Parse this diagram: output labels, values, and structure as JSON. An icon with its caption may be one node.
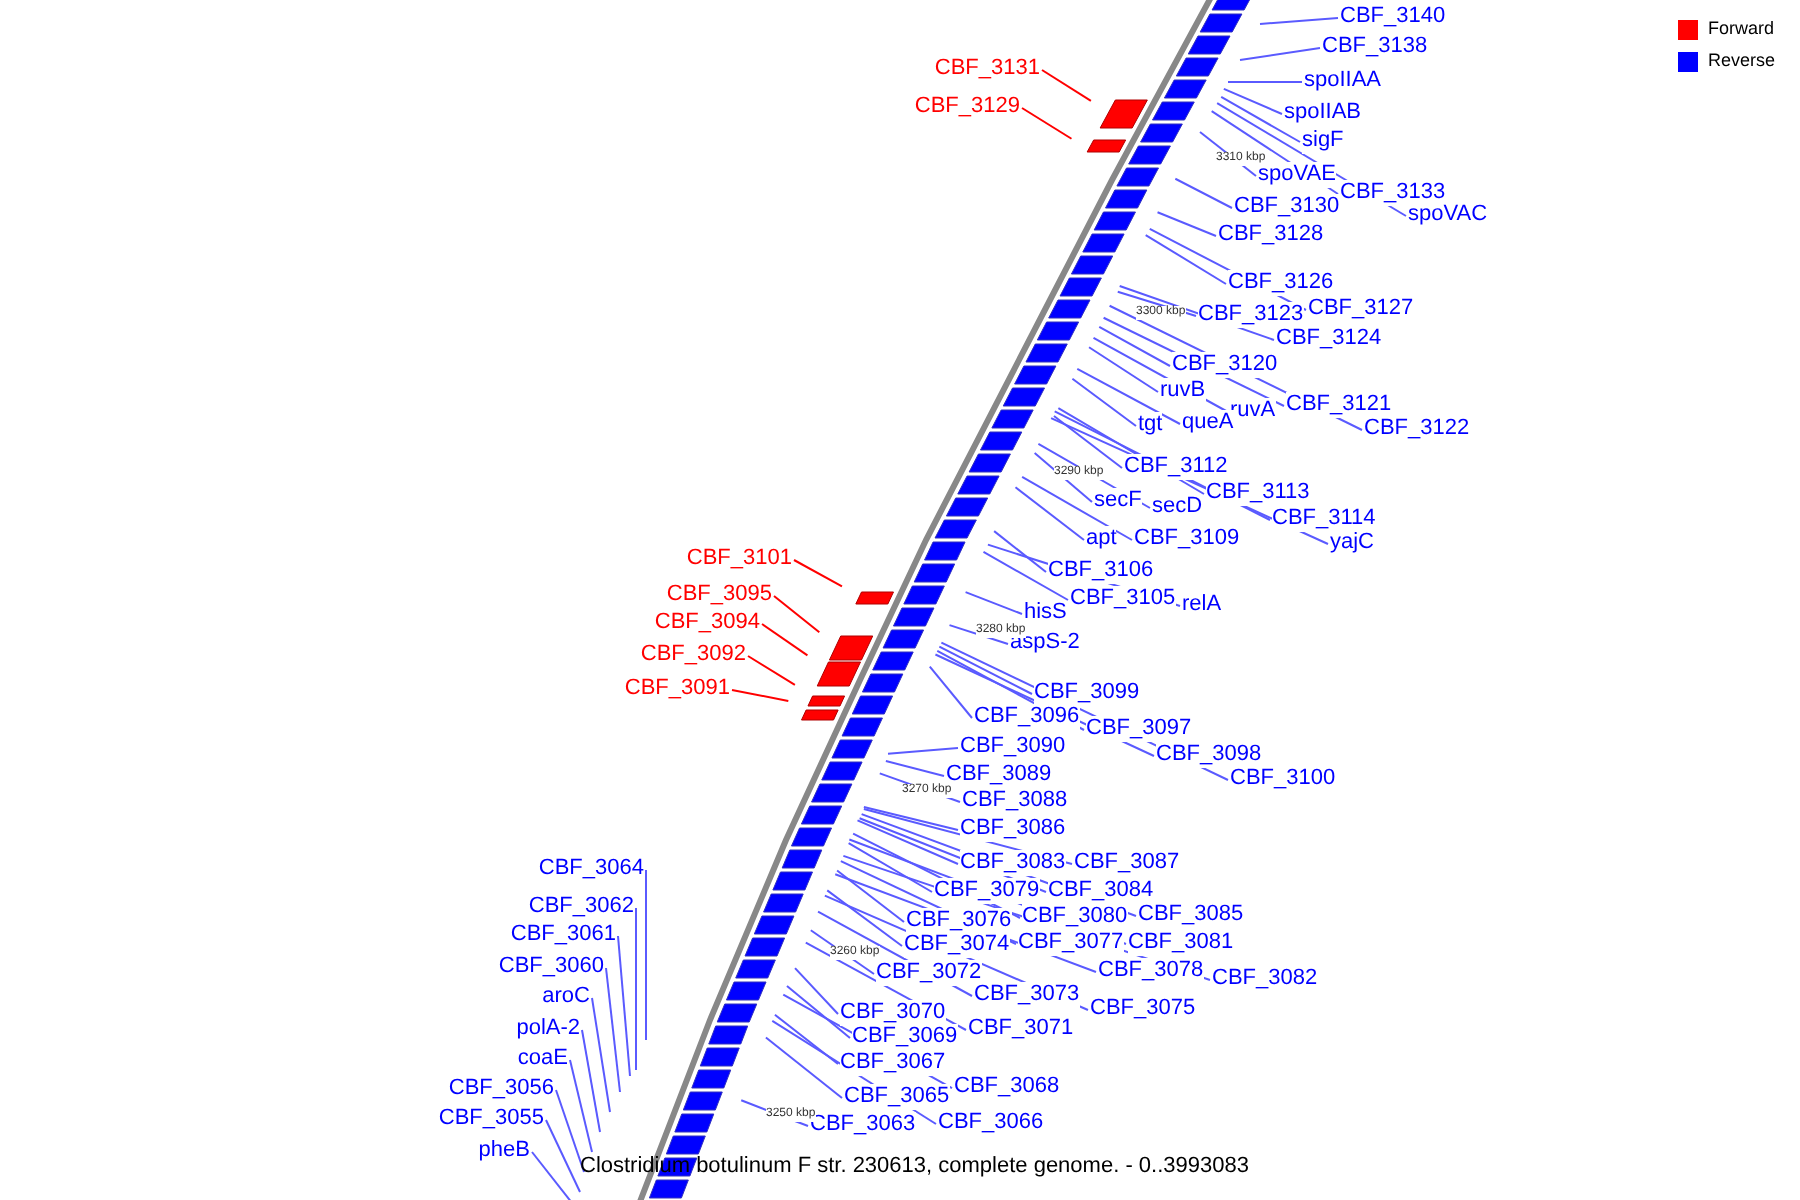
{
  "diagram": {
    "caption": "Clostridium botulinum F str. 230613, complete genome. - 0..3993083",
    "nodes": [
      {
        "text": [
          "CBF_3140"
        ]
      },
      {
        "text": [
          "CBF_3138"
        ]
      },
      {
        "text": [
          "CBF_3131"
        ]
      },
      {
        "text": [
          "spoIIAA"
        ]
      },
      {
        "text": [
          "CBF_3129"
        ]
      },
      {
        "text": [
          "spoIIAB"
        ]
      },
      {
        "text": [
          "sigF"
        ]
      },
      {
        "text": [
          "spoVAE"
        ]
      },
      {
        "text": [
          "CBF_3133"
        ]
      },
      {
        "text": [
          "CBF_3130"
        ]
      },
      {
        "text": [
          "spoVAC"
        ]
      },
      {
        "text": [
          "CBF_3128"
        ]
      },
      {
        "text": [
          "CBF_3126"
        ]
      },
      {
        "text": [
          "CBF_3127"
        ]
      },
      {
        "text": [
          "CBF_3123"
        ]
      },
      {
        "text": [
          "CBF_3124"
        ]
      },
      {
        "text": [
          "CBF_3120"
        ]
      },
      {
        "text": [
          "ruvB"
        ]
      },
      {
        "text": [
          "CBF_3121"
        ]
      },
      {
        "text": [
          "ruvA"
        ]
      },
      {
        "text": [
          "queA"
        ]
      },
      {
        "text": [
          "tgt"
        ]
      },
      {
        "text": [
          "CBF_3122"
        ]
      },
      {
        "text": [
          "CBF_3112"
        ]
      },
      {
        "text": [
          "CBF_3113"
        ]
      },
      {
        "text": [
          "secF"
        ]
      },
      {
        "text": [
          "secD"
        ]
      },
      {
        "text": [
          "CBF_3114"
        ]
      },
      {
        "text": [
          "apt"
        ]
      },
      {
        "text": [
          "CBF_3109"
        ]
      },
      {
        "text": [
          "yajC"
        ]
      },
      {
        "text": [
          "CBF_3101"
        ]
      },
      {
        "text": [
          "CBF_3106"
        ]
      },
      {
        "text": [
          "CBF_3095"
        ]
      },
      {
        "text": [
          "CBF_3105"
        ]
      },
      {
        "text": [
          "relA"
        ]
      },
      {
        "text": [
          "hisS"
        ]
      },
      {
        "text": [
          "CBF_3094"
        ]
      },
      {
        "text": [
          "aspS-2"
        ]
      },
      {
        "text": [
          "CBF_3092"
        ]
      },
      {
        "text": [
          "CBF_3091"
        ]
      },
      {
        "text": [
          "CBF_3099"
        ]
      },
      {
        "text": [
          "CBF_3096"
        ]
      },
      {
        "text": [
          "CBF_3097"
        ]
      },
      {
        "text": [
          "CBF_3090"
        ]
      },
      {
        "text": [
          "CBF_3098"
        ]
      },
      {
        "text": [
          "CBF_3089"
        ]
      },
      {
        "text": [
          "CBF_3100"
        ]
      },
      {
        "text": [
          "CBF_3088"
        ]
      },
      {
        "text": [
          "CBF_3086"
        ]
      },
      {
        "text": [
          "CBF_3083"
        ]
      },
      {
        "text": [
          "CBF_3087"
        ]
      },
      {
        "text": [
          "CBF_3064"
        ]
      },
      {
        "text": [
          "CBF_3079"
        ]
      },
      {
        "text": [
          "CBF_3084"
        ]
      },
      {
        "text": [
          "CBF_3062"
        ]
      },
      {
        "text": [
          "CBF_3085"
        ]
      },
      {
        "text": [
          "CBF_3080"
        ]
      },
      {
        "text": [
          "CBF_3076"
        ]
      },
      {
        "text": [
          "CBF_3061"
        ]
      },
      {
        "text": [
          "CBF_3081"
        ]
      },
      {
        "text": [
          "CBF_3077"
        ]
      },
      {
        "text": [
          "CBF_3074"
        ]
      },
      {
        "text": [
          "CBF_3060"
        ]
      },
      {
        "text": [
          "CBF_3078"
        ]
      },
      {
        "text": [
          "CBF_3072"
        ]
      },
      {
        "text": [
          "CBF_3082"
        ]
      },
      {
        "text": [
          "CBF_3073"
        ]
      },
      {
        "text": [
          "aroC"
        ]
      },
      {
        "text": [
          "CBF_3075"
        ]
      },
      {
        "text": [
          "CBF_3070"
        ]
      },
      {
        "text": [
          "polA-2"
        ]
      },
      {
        "text": [
          "CBF_3071"
        ]
      },
      {
        "text": [
          "CBF_3069"
        ]
      },
      {
        "text": [
          "coaE"
        ]
      },
      {
        "text": [
          "CBF_3067"
        ]
      },
      {
        "text": [
          "CBF_3068"
        ]
      },
      {
        "text": [
          "CBF_3056"
        ]
      },
      {
        "text": [
          "CBF_3065"
        ]
      },
      {
        "text": [
          "CBF_3055"
        ]
      },
      {
        "text": [
          "CBF_3066"
        ]
      },
      {
        "text": [
          "CBF_3063"
        ]
      },
      {
        "text": [
          "pheB"
        ]
      }
    ],
    "edges": [
      {
        "from": 0,
        "to": null,
        "arrow": "none"
      },
      {
        "from": 1,
        "to": null,
        "arrow": "none"
      },
      {
        "from": 2,
        "to": null,
        "arrow": "none",
        "color": "#ff0000"
      },
      {
        "from": 3,
        "to": null,
        "arrow": "none"
      },
      {
        "from": 4,
        "to": null,
        "arrow": "none",
        "color": "#ff0000"
      },
      {
        "from": 5,
        "to": null,
        "arrow": "none"
      },
      {
        "from": 6,
        "to": null,
        "arrow": "none"
      },
      {
        "from": 7,
        "to": null,
        "arrow": "none"
      },
      {
        "from": 8,
        "to": null,
        "arrow": "none"
      },
      {
        "from": 9,
        "to": null,
        "arrow": "none"
      },
      {
        "from": 10,
        "to": null,
        "arrow": "none"
      },
      {
        "from": 11,
        "to": null,
        "arrow": "none"
      },
      {
        "from": 12,
        "to": null,
        "arrow": "none"
      },
      {
        "from": 13,
        "to": null,
        "arrow": "none"
      },
      {
        "from": 14,
        "to": null,
        "arrow": "none"
      },
      {
        "from": 15,
        "to": null,
        "arrow": "none"
      },
      {
        "from": 16,
        "to": null,
        "arrow": "none"
      },
      {
        "from": 17,
        "to": null,
        "arrow": "none"
      },
      {
        "from": 18,
        "to": null,
        "arrow": "none"
      },
      {
        "from": 19,
        "to": null,
        "arrow": "none"
      },
      {
        "from": 20,
        "to": null,
        "arrow": "none"
      },
      {
        "from": 21,
        "to": null,
        "arrow": "none"
      },
      {
        "from": 22,
        "to": null,
        "arrow": "none"
      },
      {
        "from": 23,
        "to": null,
        "arrow": "none"
      },
      {
        "from": 24,
        "to": null,
        "arrow": "none"
      },
      {
        "from": 25,
        "to": null,
        "arrow": "none"
      },
      {
        "from": 26,
        "to": null,
        "arrow": "none"
      },
      {
        "from": 27,
        "to": null,
        "arrow": "none"
      },
      {
        "from": 28,
        "to": null,
        "arrow": "none"
      },
      {
        "from": 29,
        "to": null,
        "arrow": "none"
      },
      {
        "from": 30,
        "to": null,
        "arrow": "none"
      },
      {
        "from": 31,
        "to": null,
        "arrow": "none",
        "color": "#ff0000"
      },
      {
        "from": 32,
        "to": null,
        "arrow": "none"
      },
      {
        "from": 33,
        "to": null,
        "arrow": "none",
        "color": "#ff0000"
      },
      {
        "from": 34,
        "to": null,
        "arrow": "none"
      },
      {
        "from": 35,
        "to": null,
        "arrow": "none"
      },
      {
        "from": 36,
        "to": null,
        "arrow": "none"
      },
      {
        "from": 37,
        "to": null,
        "arrow": "none",
        "color": "#ff0000"
      },
      {
        "from": 38,
        "to": null,
        "arrow": "none"
      },
      {
        "from": 39,
        "to": null,
        "arrow": "none",
        "color": "#ff0000"
      },
      {
        "from": 40,
        "to": null,
        "arrow": "none",
        "color": "#ff0000"
      },
      {
        "from": 41,
        "to": null,
        "arrow": "none"
      },
      {
        "from": 42,
        "to": null,
        "arrow": "none"
      },
      {
        "from": 43,
        "to": null,
        "arrow": "none"
      },
      {
        "from": 44,
        "to": null,
        "arrow": "none"
      },
      {
        "from": 45,
        "to": null,
        "arrow": "none"
      },
      {
        "from": 46,
        "to": null,
        "arrow": "none"
      },
      {
        "from": 47,
        "to": null,
        "arrow": "none"
      },
      {
        "from": 48,
        "to": null,
        "arrow": "none"
      },
      {
        "from": 49,
        "to": null,
        "arrow": "none"
      },
      {
        "from": 50,
        "to": null,
        "arrow": "none"
      },
      {
        "from": 51,
        "to": null,
        "arrow": "none"
      },
      {
        "from": 52,
        "to": null,
        "arrow": "none"
      },
      {
        "from": 53,
        "to": null,
        "arrow": "none"
      },
      {
        "from": 54,
        "to": null,
        "arrow": "none"
      },
      {
        "from": 55,
        "to": null,
        "arrow": "none"
      },
      {
        "from": 56,
        "to": null,
        "arrow": "none"
      },
      {
        "from": 57,
        "to": null,
        "arrow": "none"
      },
      {
        "from": 58,
        "to": null,
        "arrow": "none"
      },
      {
        "from": 59,
        "to": null,
        "arrow": "none"
      },
      {
        "from": 60,
        "to": null,
        "arrow": "none"
      },
      {
        "from": 61,
        "to": null,
        "arrow": "none"
      },
      {
        "from": 62,
        "to": null,
        "arrow": "none"
      },
      {
        "from": 63,
        "to": null,
        "arrow": "none"
      },
      {
        "from": 64,
        "to": null,
        "arrow": "none"
      },
      {
        "from": 65,
        "to": null,
        "arrow": "none"
      },
      {
        "from": 66,
        "to": null,
        "arrow": "none"
      },
      {
        "from": 67,
        "to": null,
        "arrow": "none"
      },
      {
        "from": 68,
        "to": null,
        "arrow": "none"
      },
      {
        "from": 69,
        "to": null,
        "arrow": "none"
      },
      {
        "from": 70,
        "to": null,
        "arrow": "none"
      },
      {
        "from": 71,
        "to": null,
        "arrow": "none"
      },
      {
        "from": 72,
        "to": null,
        "arrow": "none"
      },
      {
        "from": 73,
        "to": null,
        "arrow": "none"
      },
      {
        "from": 74,
        "to": null,
        "arrow": "none"
      },
      {
        "from": 75,
        "to": null,
        "arrow": "none"
      },
      {
        "from": 76,
        "to": null,
        "arrow": "none"
      },
      {
        "from": 77,
        "to": null,
        "arrow": "none"
      },
      {
        "from": 78,
        "to": null,
        "arrow": "none"
      },
      {
        "from": 79,
        "to": null,
        "arrow": "none"
      },
      {
        "from": 80,
        "to": null,
        "arrow": "none"
      },
      {
        "from": 81,
        "to": null,
        "arrow": "none"
      },
      {
        "from": 82,
        "to": null,
        "arrow": "none"
      }
    ],
    "labels": [
      "3310 kbp",
      "3300 kbp",
      "3290 kbp",
      "3280 kbp",
      "3270 kbp",
      "3260 kbp",
      "3250 kbp"
    ],
    "legend": [
      {
        "text": "Forward",
        "color": "#ff0000"
      },
      {
        "text": "Reverse",
        "color": "#0000ff"
      }
    ]
  }
}
